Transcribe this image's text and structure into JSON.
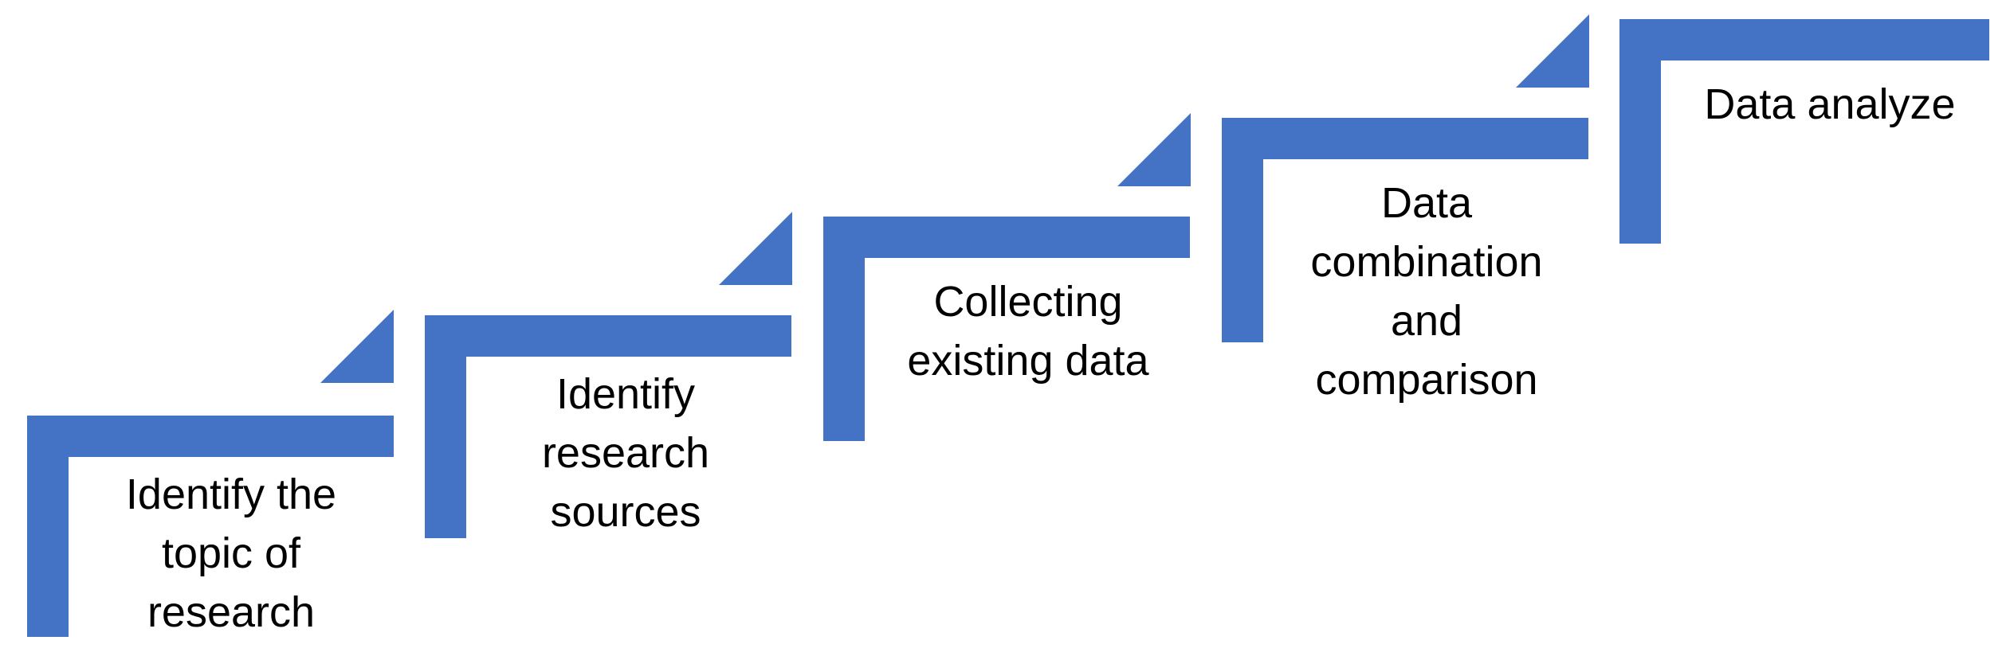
{
  "colors": {
    "step_fill": "#4472C4",
    "text": "#000000",
    "background": "#FFFFFF"
  },
  "steps": [
    {
      "label": "Identify the\ntopic of\nresearch"
    },
    {
      "label": "Identify\nresearch\nsources"
    },
    {
      "label": "Collecting\nexisting data"
    },
    {
      "label": "Data\ncombination\nand\ncomparison"
    },
    {
      "label": "Data analyze"
    }
  ]
}
